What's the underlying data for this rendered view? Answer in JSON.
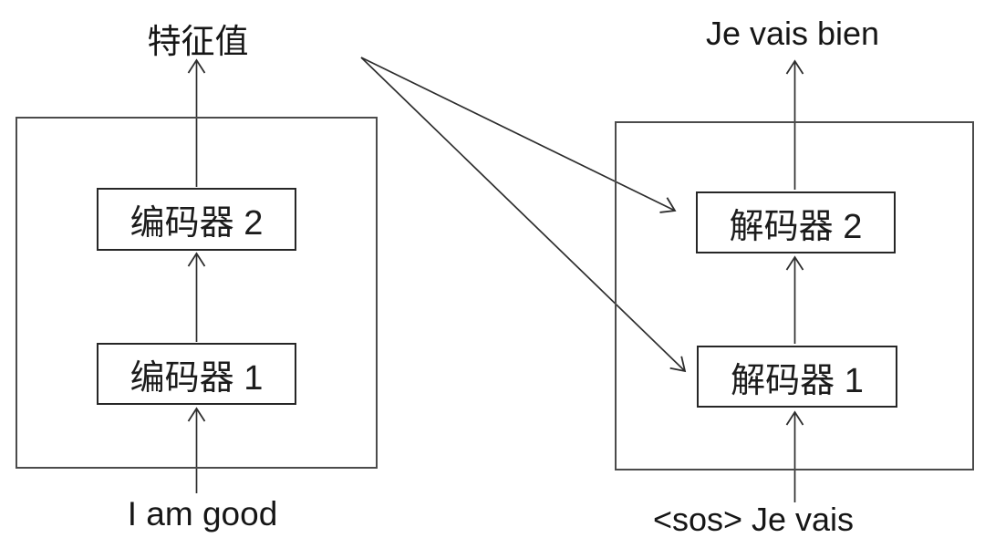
{
  "diagram": {
    "encoder": {
      "output_label": "特征值",
      "input_label": "I am good",
      "blocks": [
        {
          "label": "编码器 1"
        },
        {
          "label": "编码器 2"
        }
      ]
    },
    "decoder": {
      "output_label": "Je vais bien",
      "input_label": "<sos> Je vais",
      "blocks": [
        {
          "label": "解码器 1"
        },
        {
          "label": "解码器 2"
        }
      ]
    },
    "colors": {
      "line": "#2d2d2d",
      "outer_box_border": "#4b4b4b",
      "block_border": "#262626",
      "text": "#1c1c1c",
      "background": "#ffffff"
    }
  }
}
